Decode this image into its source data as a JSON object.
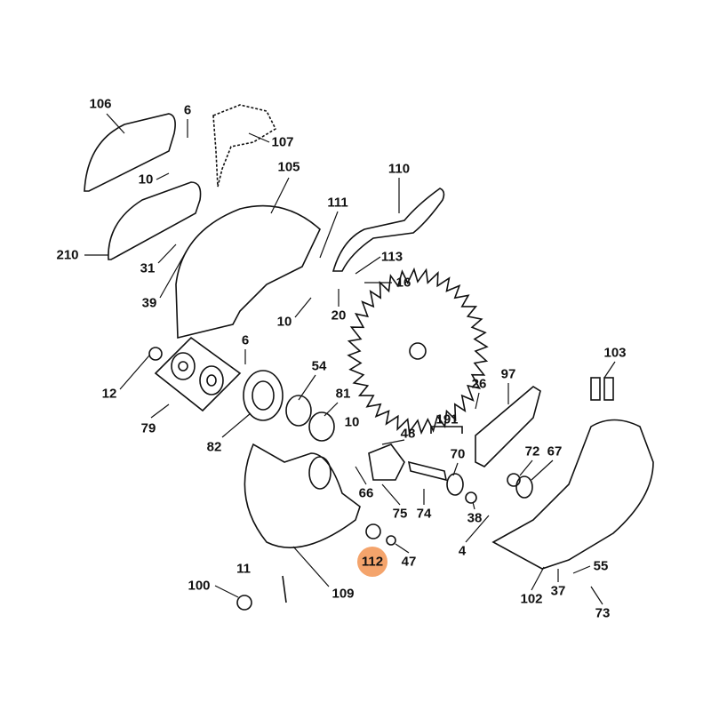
{
  "title": "Exploded parts diagram",
  "highlight_color": "#f4a46c",
  "highlighted_part": "112",
  "labels": [
    "106",
    "6",
    "107",
    "10",
    "105",
    "110",
    "111",
    "210",
    "31",
    "113",
    "16",
    "39",
    "20",
    "10",
    "6",
    "54",
    "103",
    "97",
    "12",
    "26",
    "81",
    "191",
    "48",
    "10",
    "79",
    "82",
    "70",
    "72",
    "67",
    "66",
    "75",
    "74",
    "38",
    "4",
    "112",
    "47",
    "55",
    "11",
    "100",
    "109",
    "37",
    "102",
    "73"
  ]
}
